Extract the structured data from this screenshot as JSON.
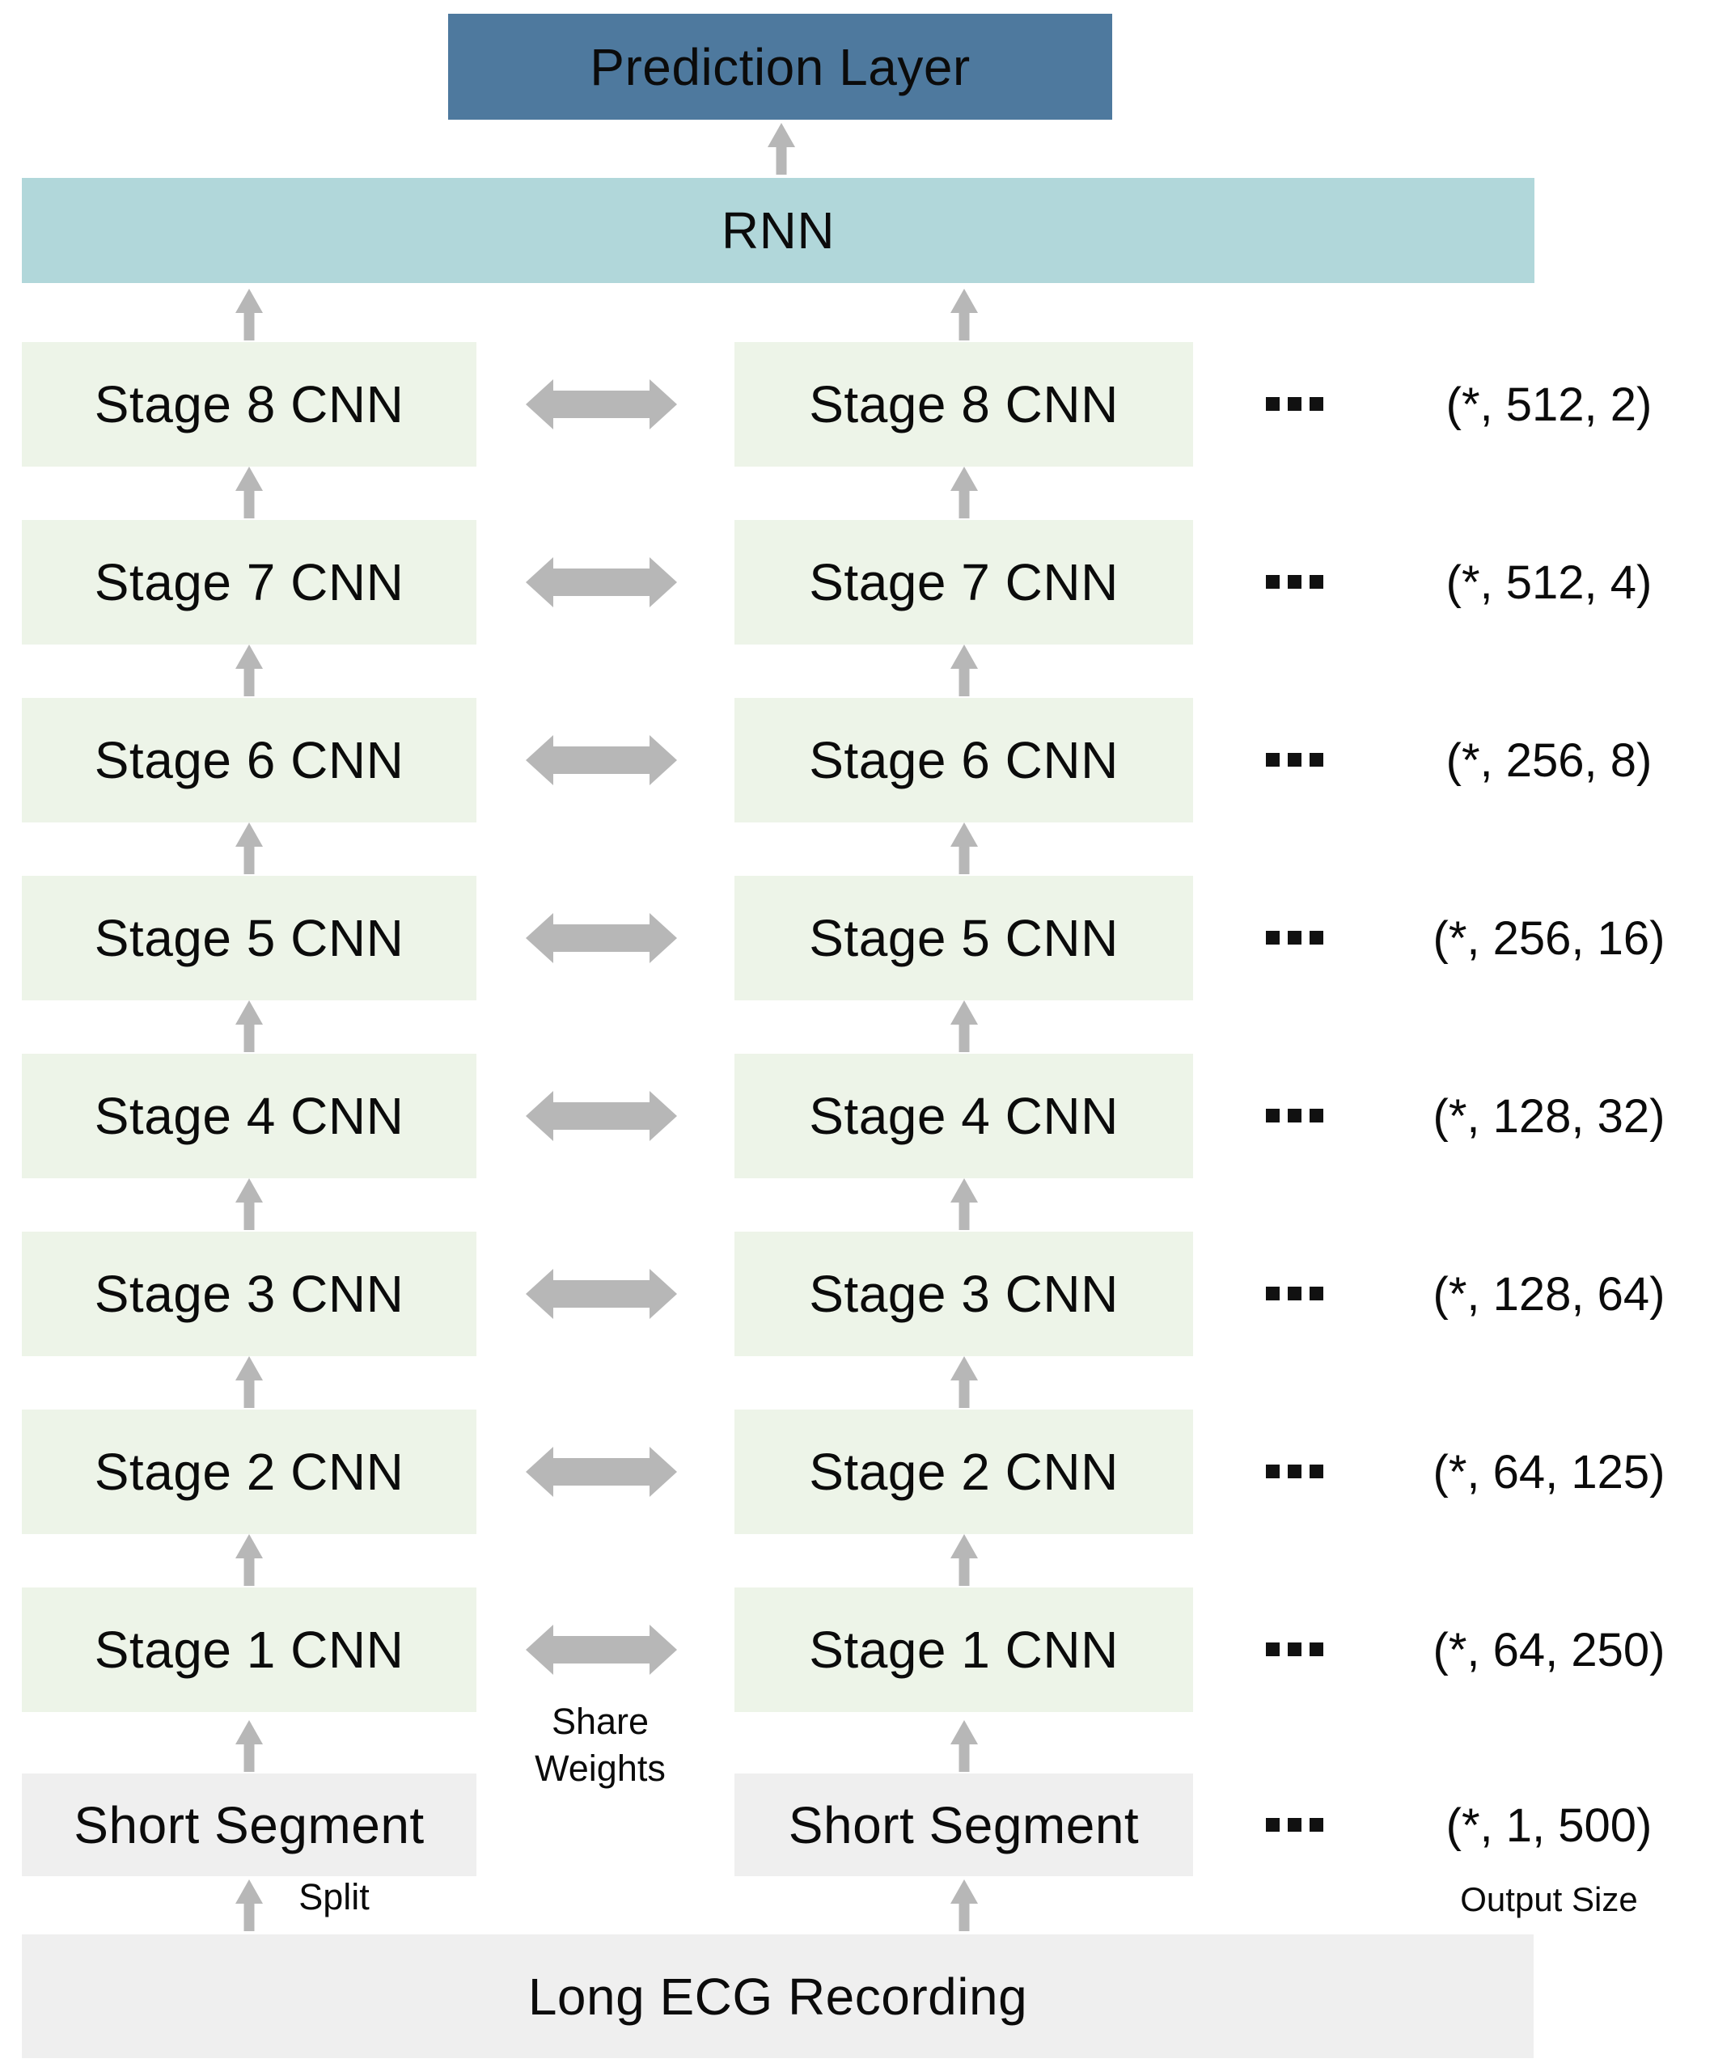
{
  "prediction_layer": {
    "label": "Prediction Layer"
  },
  "rnn": {
    "label": "RNN"
  },
  "stages": [
    {
      "label": "Stage 8 CNN",
      "output_size": "(*, 512, 2)"
    },
    {
      "label": "Stage 7 CNN",
      "output_size": "(*, 512, 4)"
    },
    {
      "label": "Stage 6 CNN",
      "output_size": "(*, 256, 8)"
    },
    {
      "label": "Stage 5 CNN",
      "output_size": "(*, 256, 16)"
    },
    {
      "label": "Stage 4 CNN",
      "output_size": "(*, 128, 32)"
    },
    {
      "label": "Stage 3 CNN",
      "output_size": "(*, 128, 64)"
    },
    {
      "label": "Stage 2 CNN",
      "output_size": "(*, 64, 125)"
    },
    {
      "label": "Stage 1 CNN",
      "output_size": "(*, 64, 250)"
    }
  ],
  "short_segment": {
    "label": "Short Segment",
    "output_size": "(*, 1, 500)"
  },
  "long_ecg": {
    "label": "Long ECG Recording"
  },
  "annotations": {
    "share_weights_line1": "Share",
    "share_weights_line2": "Weights",
    "split": "Split",
    "output_size_caption": "Output Size",
    "ellipsis": "..."
  },
  "colors": {
    "prediction": "#4e799e",
    "rnn": "#b1d7da",
    "stage": "#edf4e8",
    "input_gray": "#efefef",
    "arrow": "#b7b7b7",
    "text": "#0b0b0b"
  }
}
